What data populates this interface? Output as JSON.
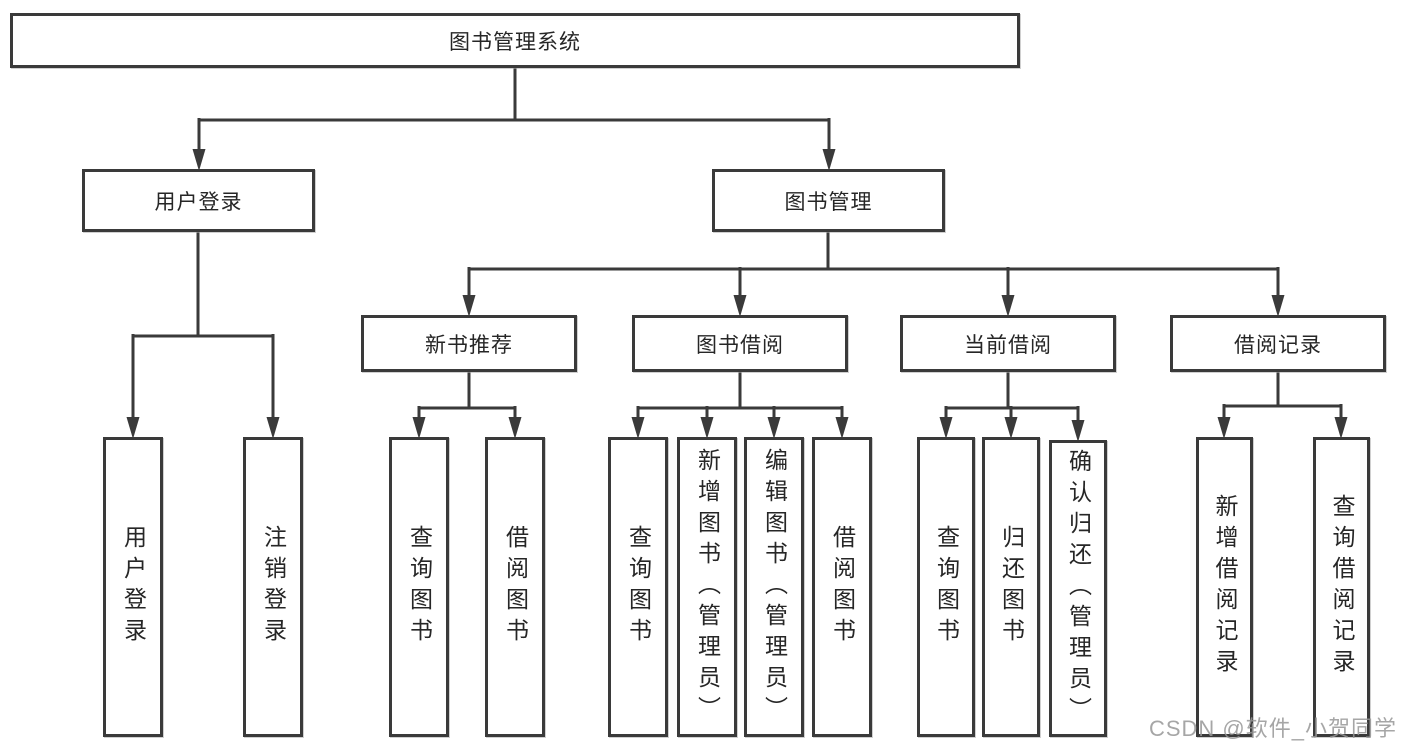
{
  "tree": {
    "root": {
      "label": "图书管理系统"
    },
    "branches": [
      {
        "label": "用户登录",
        "children": [
          {
            "label": "用户登录"
          },
          {
            "label": "注销登录"
          }
        ]
      },
      {
        "label": "图书管理",
        "children": [
          {
            "label": "新书推荐",
            "children": [
              {
                "label": "查询图书"
              },
              {
                "label": "借阅图书"
              }
            ]
          },
          {
            "label": "图书借阅",
            "children": [
              {
                "label": "查询图书"
              },
              {
                "label": "新增图书（管理员）"
              },
              {
                "label": "编辑图书（管理员）"
              },
              {
                "label": "借阅图书"
              }
            ]
          },
          {
            "label": "当前借阅",
            "children": [
              {
                "label": "查询图书"
              },
              {
                "label": "归还图书"
              },
              {
                "label": "确认归还（管理员）"
              }
            ]
          },
          {
            "label": "借阅记录",
            "children": [
              {
                "label": "新增借阅记录"
              },
              {
                "label": "查询借阅记录"
              }
            ]
          }
        ]
      }
    ]
  },
  "watermark": {
    "text": "CSDN @软件_小贺同学"
  },
  "colors": {
    "line": "#3a3a3a",
    "box_border": "#3a3a3a",
    "text": "#262626",
    "watermark": "#969696",
    "background": "#ffffff"
  }
}
